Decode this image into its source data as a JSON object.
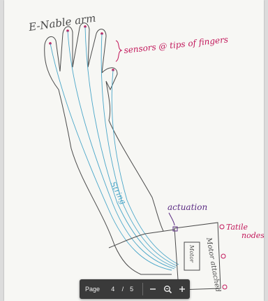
{
  "document": {
    "annotations": {
      "title": "E-Nable arm",
      "sensors": "sensors @ tips of fingers",
      "strings": "String",
      "actuation": "actuation",
      "tactile_line1": "Tatile",
      "tactile_line2": "nodes",
      "motor": "Motor",
      "motor_box": "Motor attached"
    }
  },
  "toolbar": {
    "page_label": "Page",
    "current_page": "4",
    "separator": "/",
    "total_pages": "5",
    "zoom_out_icon": "minus-icon",
    "zoom_icon": "magnifier-icon",
    "zoom_in_icon": "plus-icon"
  },
  "colors": {
    "pencil": "#4a4a4a",
    "string": "#4aa6c8",
    "red_ink": "#c2185b",
    "purple_ink": "#5b2c83",
    "toolbar_bg": "#3a3a3a"
  }
}
